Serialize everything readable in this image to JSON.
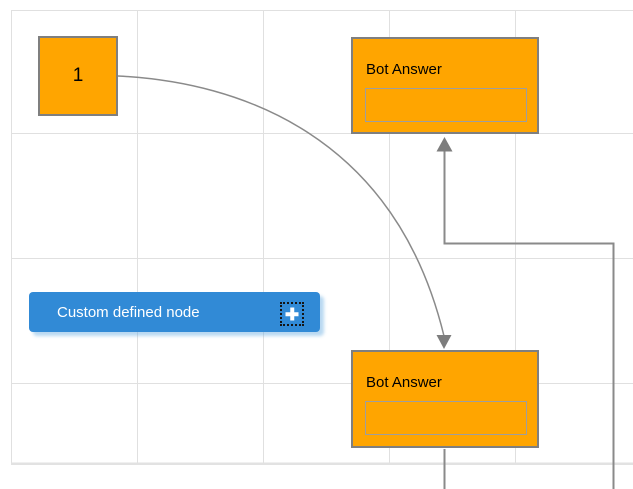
{
  "theme": {
    "page_background": "#ffffff",
    "grid_line_color": "#e0e0e0",
    "canvas_border_color": "#e2e2e2",
    "connector_color": "#8a8a8a",
    "arrow_color": "#7d7d7d",
    "node_orange_fill": "#ffa500",
    "node_border_color": "#7f7f7f",
    "inner_box_border_color": "#9e9e9e",
    "node_blue_fill": "#318ad6",
    "node_blue_shadow": "rgba(100,170,225,0.45)",
    "node_text_dark": "#000000",
    "node_text_light": "#ffffff"
  },
  "nodes": {
    "start_node": {
      "label": "1"
    },
    "bot_answer_top": {
      "title": "Bot Answer",
      "input_value": ""
    },
    "bot_answer_bottom": {
      "title": "Bot Answer",
      "input_value": ""
    },
    "custom_node": {
      "label": "Custom defined node",
      "icon": "plus-icon"
    }
  }
}
